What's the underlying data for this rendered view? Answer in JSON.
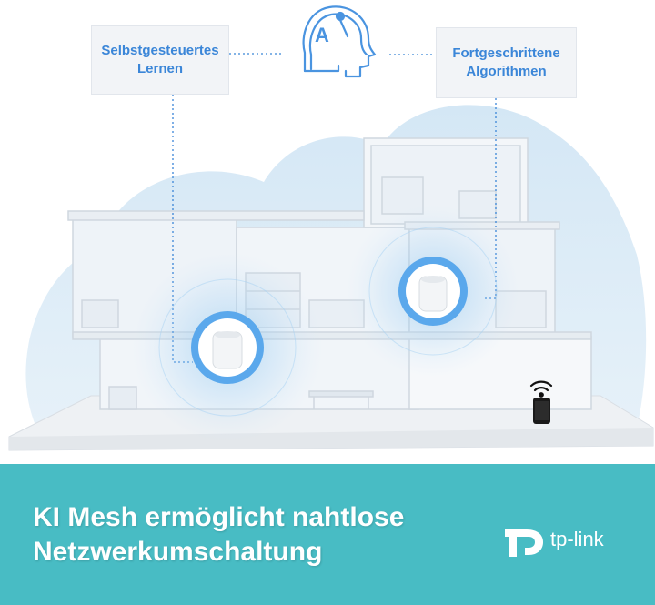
{
  "callouts": {
    "left": [
      "Selbstgesteuertes",
      "Lernen"
    ],
    "right": [
      "Fortgeschrittene",
      "Algorithmen"
    ]
  },
  "ai_icon_letter": "A",
  "headline": [
    "KI Mesh ermöglicht nahtlose",
    "Netzwerkumschaltung"
  ],
  "brand": {
    "name": "tp-link"
  },
  "icons": [
    "ai-head-icon",
    "router-icon",
    "wifi-icon",
    "smartphone-icon",
    "tp-link-logo-icon"
  ],
  "colors": {
    "accent_blue": "#3b86d8",
    "banner": "#48bcc4",
    "callout_bg": "#f2f4f7",
    "cloud": "#dbeaf6"
  }
}
